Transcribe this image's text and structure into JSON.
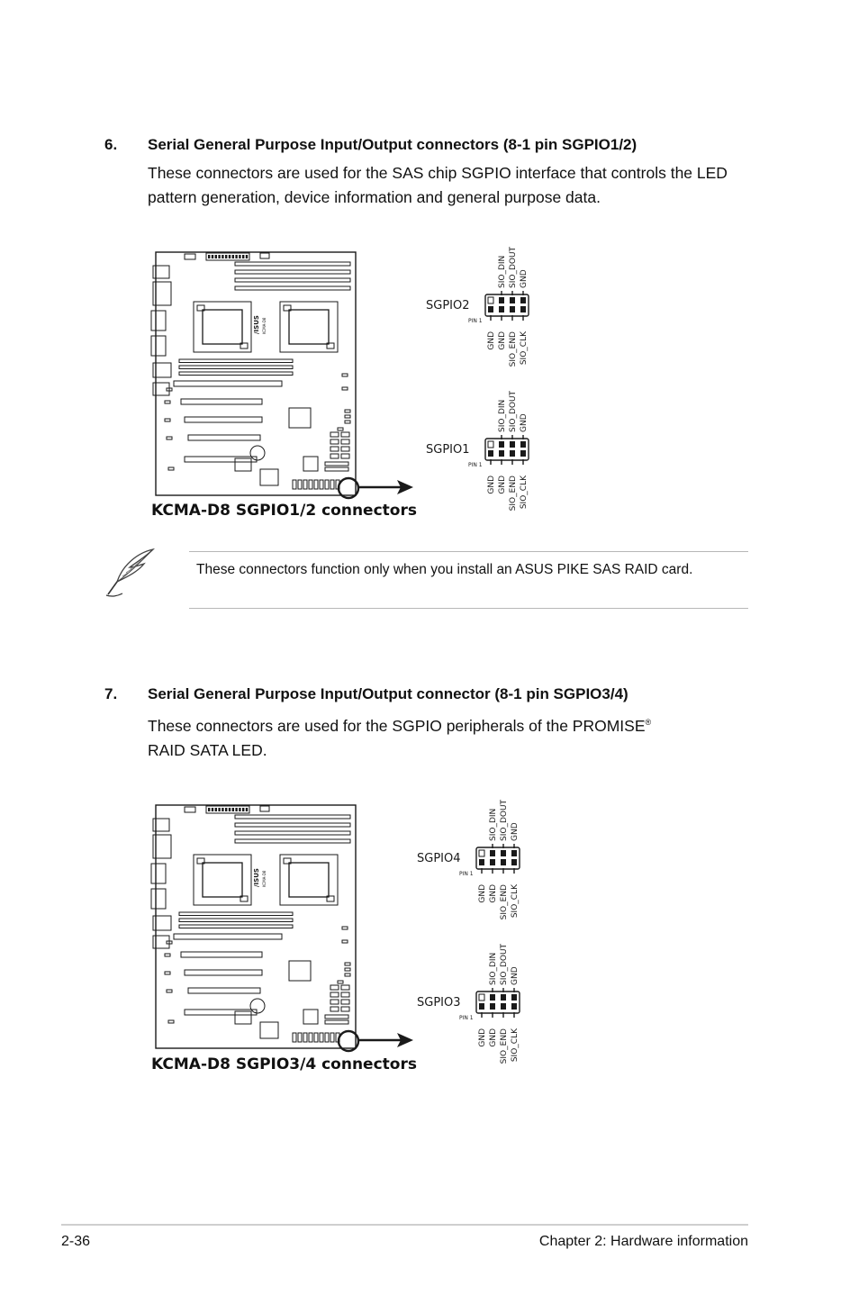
{
  "section6": {
    "number": "6.",
    "title": "Serial General Purpose Input/Output connectors (8-1 pin SGPIO1/2)",
    "body": "These connectors are used for the SAS chip SGPIO interface that controls the LED pattern generation, device information and general purpose data.",
    "caption": "KCMA-D8 SGPIO1/2 connectors",
    "connectors": [
      {
        "label": "SGPIO2",
        "pin1": "PIN 1",
        "top_pins": [
          "SIO_DIN",
          "SIO_DOUT",
          "GND"
        ],
        "bottom_pins": [
          "GND",
          "GND",
          "SIO_END",
          "SIO_CLK"
        ]
      },
      {
        "label": "SGPIO1",
        "pin1": "PIN 1",
        "top_pins": [
          "SIO_DIN",
          "SIO_DOUT",
          "GND"
        ],
        "bottom_pins": [
          "GND",
          "GND",
          "SIO_END",
          "SIO_CLK"
        ]
      }
    ]
  },
  "note": {
    "icon": "feather-pen-icon",
    "text": "These connectors function only when you install an ASUS PIKE SAS RAID card."
  },
  "section7": {
    "number": "7.",
    "title": "Serial General Purpose Input/Output connector (8-1 pin SGPIO3/4)",
    "body_before": "These connectors are used for the SGPIO peripherals of the PROMISE",
    "registered_mark": "®",
    "body_after": "RAID SATA LED.",
    "caption": "KCMA-D8 SGPIO3/4 connectors",
    "connectors": [
      {
        "label": "SGPIO4",
        "pin1": "PIN 1",
        "top_pins": [
          "SIO_DIN",
          "SIO_DOUT",
          "GND"
        ],
        "bottom_pins": [
          "GND",
          "GND",
          "SIO_END",
          "SIO_CLK"
        ]
      },
      {
        "label": "SGPIO3",
        "pin1": "PIN 1",
        "top_pins": [
          "SIO_DIN",
          "SIO_DOUT",
          "GND"
        ],
        "bottom_pins": [
          "GND",
          "GND",
          "SIO_END",
          "SIO_CLK"
        ]
      }
    ]
  },
  "board": {
    "vendor_mark": "/ISUS",
    "model_mark": "KCMA-D8"
  },
  "footer": {
    "page_number": "2-36",
    "chapter": "Chapter 2: Hardware information"
  }
}
